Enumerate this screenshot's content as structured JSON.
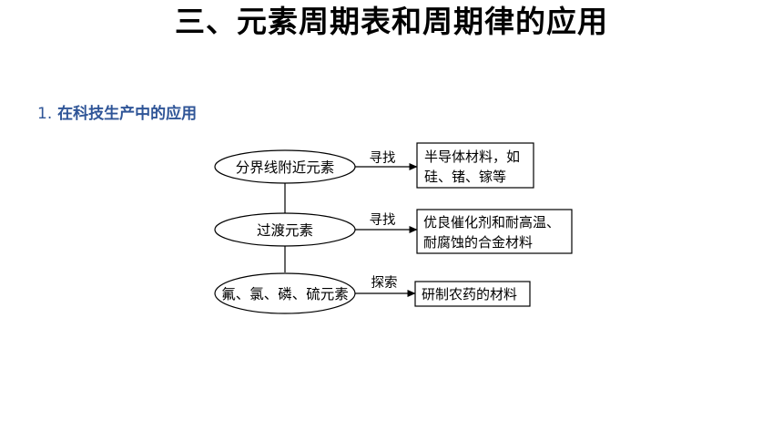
{
  "title": "三、元素周期表和周期律的应用",
  "section": {
    "number": "1.",
    "label": "在科技生产中的应用"
  },
  "diagram": {
    "nodes": [
      {
        "label": "分界线附近元素"
      },
      {
        "label": "过渡元素"
      },
      {
        "label": "氟、氯、磷、硫元素"
      }
    ],
    "edges": [
      {
        "label": "寻找"
      },
      {
        "label": "寻找"
      },
      {
        "label": "探索"
      }
    ],
    "results": [
      {
        "lines": [
          "半导体材料，如",
          "硅、锗、镓等"
        ]
      },
      {
        "lines": [
          "优良催化剂和耐高温、",
          "耐腐蚀的合金材料"
        ]
      },
      {
        "lines": [
          "研制农药的材料"
        ]
      }
    ]
  }
}
